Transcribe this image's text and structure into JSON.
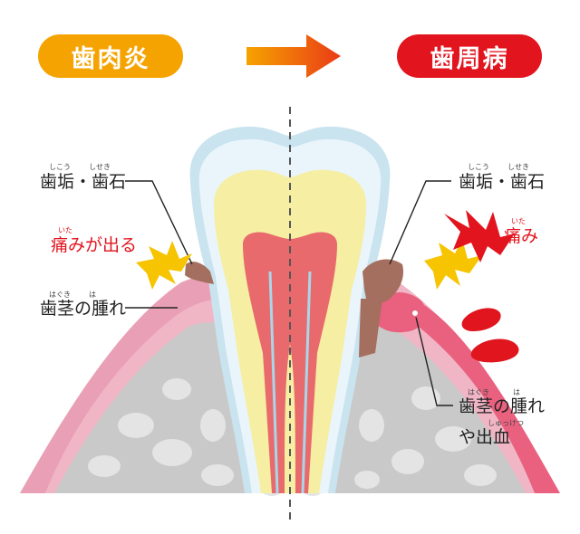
{
  "header": {
    "left_title": "歯肉炎",
    "right_title": "歯周病",
    "colors": {
      "left": "#f5a300",
      "right": "#e2141e",
      "arrow_start": "#f5a300",
      "arrow_end": "#e2141e"
    }
  },
  "left_labels": {
    "plaque": "歯垢・歯石",
    "plaque_furi_1": "しこう",
    "plaque_furi_2": "しせき",
    "pain": "痛みが出る",
    "pain_furi": "いた",
    "swelling": "歯茎の腫れ",
    "swelling_furi_1": "はぐき",
    "swelling_furi_2": "は"
  },
  "right_labels": {
    "plaque": "歯垢・歯石",
    "plaque_furi_1": "しこう",
    "plaque_furi_2": "しせき",
    "pain": "痛み",
    "pain_furi": "いた",
    "swelling": "歯茎の腫れ",
    "swelling_furi_1": "はぐき",
    "swelling_furi_2": "は",
    "bleeding": "や出血",
    "bleeding_furi": "しゅっけつ"
  },
  "colors": {
    "enamel_outline": "#c9e3ef",
    "enamel": "#d6ecf5",
    "dentin": "#f6eea2",
    "pulp": "#e86a6c",
    "gum": "#f1b6c5",
    "gum_inflamed": "#e9617f",
    "bone": "#c9c9c9",
    "tartar": "#a56f5f",
    "blood": "#e0151e",
    "spark_yellow": "#f6c400",
    "spark_red": "#e2141e"
  }
}
